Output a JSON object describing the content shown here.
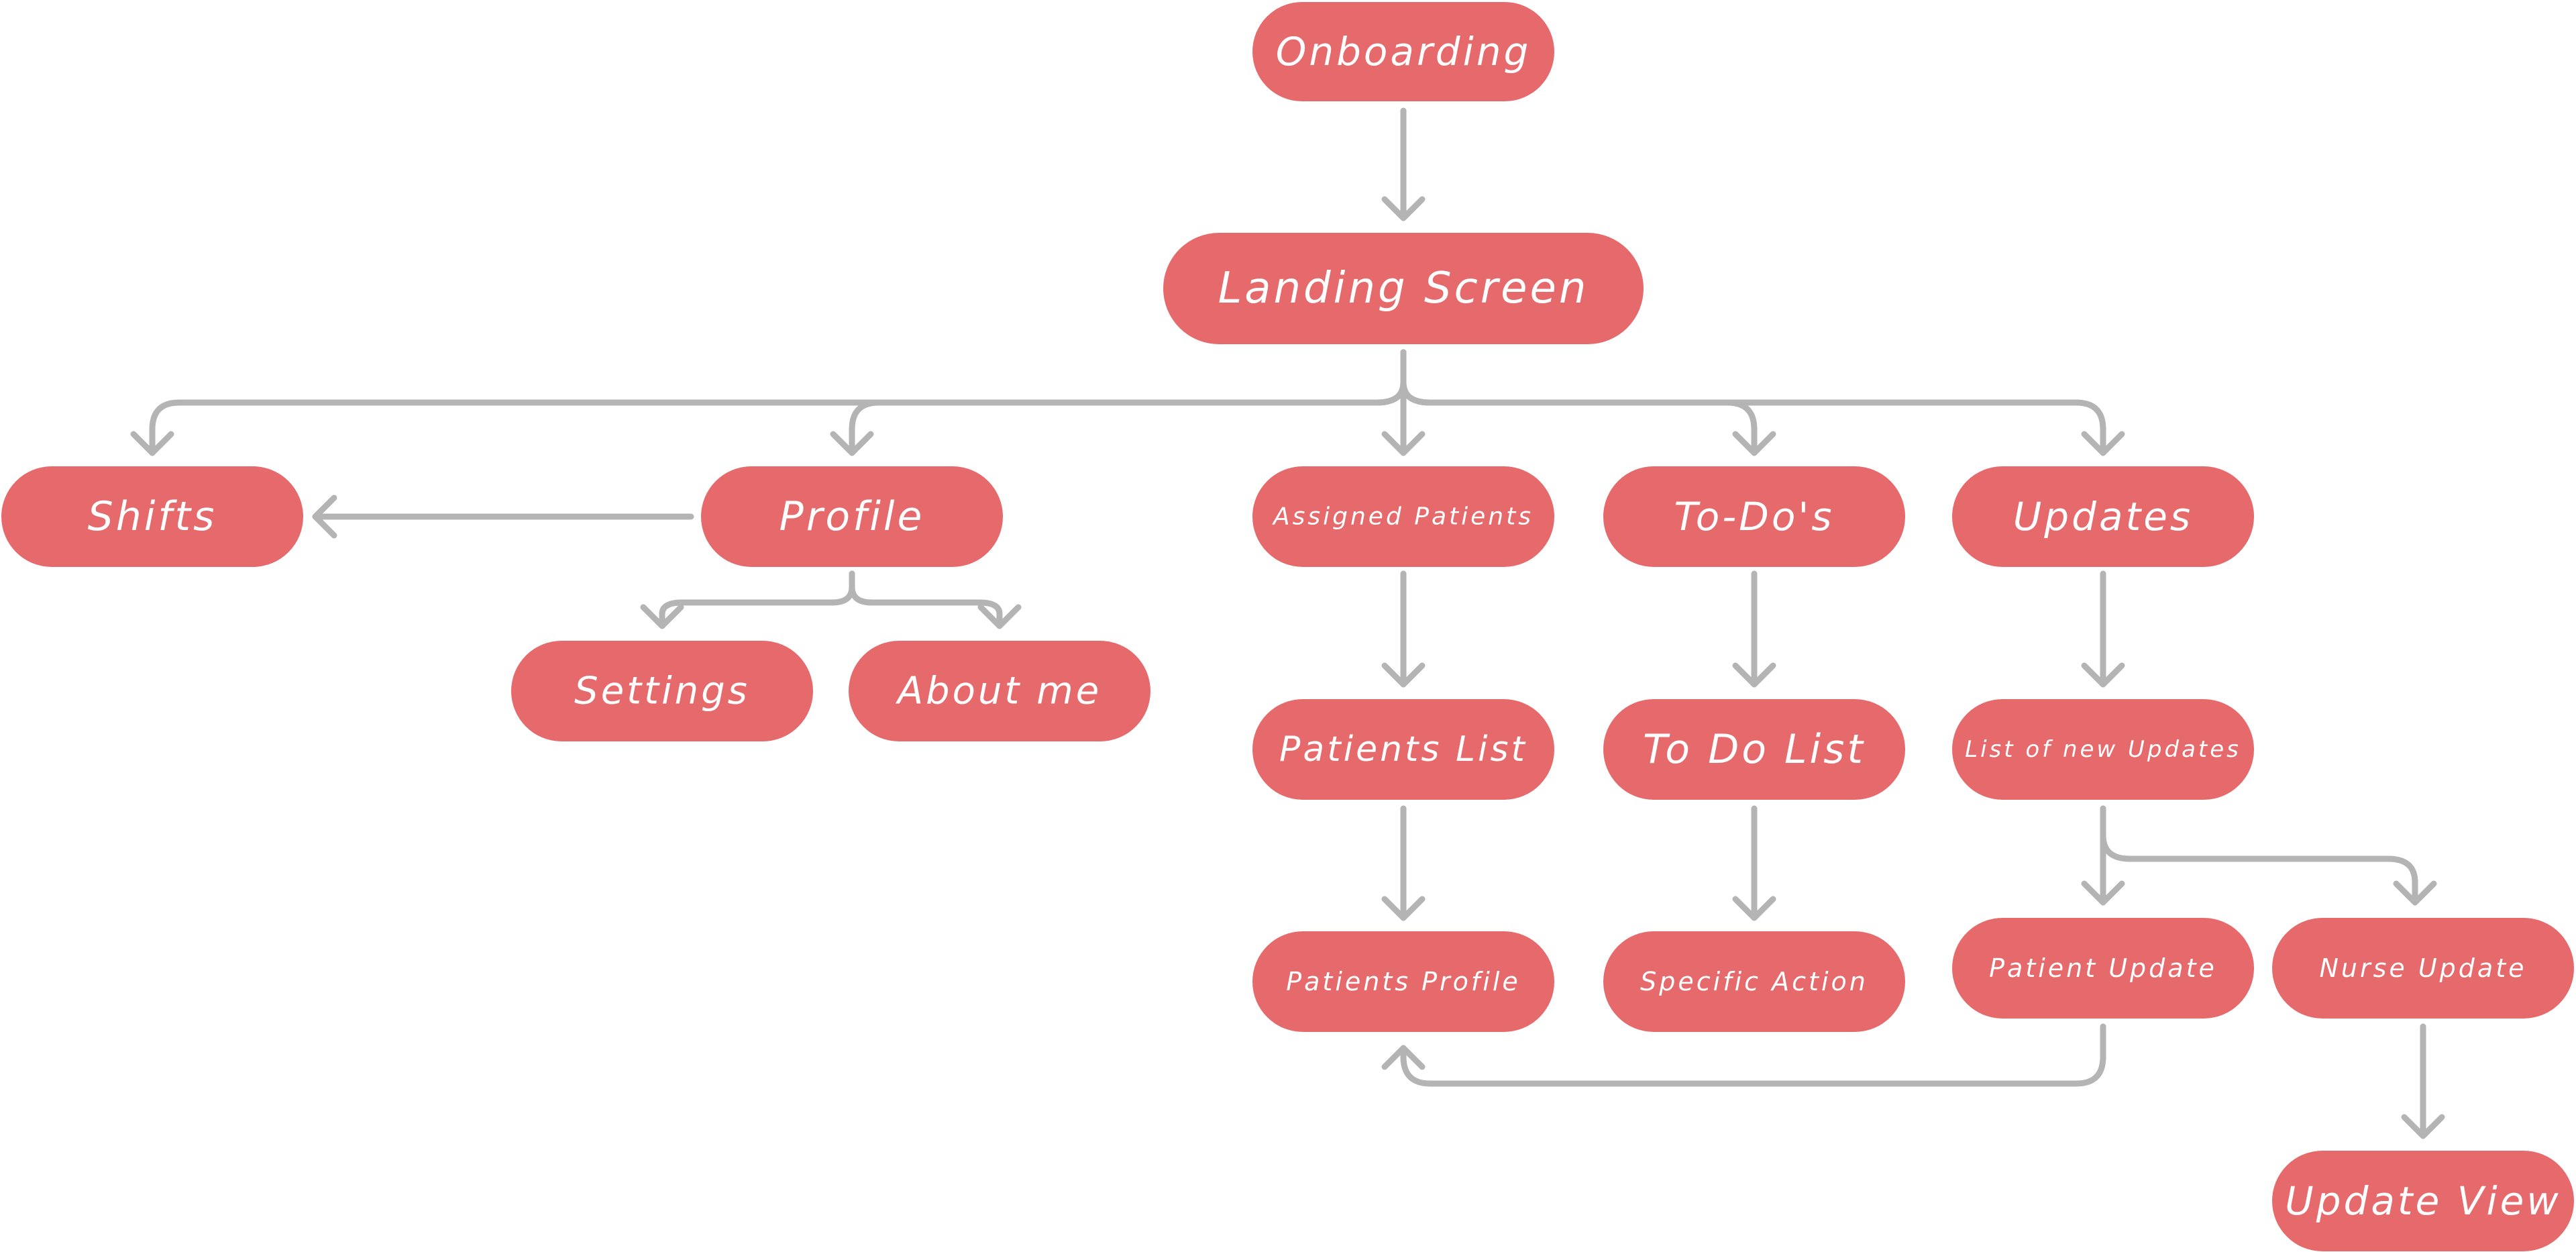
{
  "colors": {
    "node_fill": "#e6696b",
    "node_text": "#ffffff",
    "connector": "#b4b4b4"
  },
  "nodes": [
    {
      "id": "onboarding",
      "label": "Onboarding"
    },
    {
      "id": "landing-screen",
      "label": "Landing Screen"
    },
    {
      "id": "shifts",
      "label": "Shifts"
    },
    {
      "id": "profile",
      "label": "Profile"
    },
    {
      "id": "assigned-patients",
      "label": "Assigned Patients"
    },
    {
      "id": "to-dos",
      "label": "To-Do's"
    },
    {
      "id": "updates",
      "label": "Updates"
    },
    {
      "id": "settings",
      "label": "Settings"
    },
    {
      "id": "about-me",
      "label": "About me"
    },
    {
      "id": "patients-list",
      "label": "Patients List"
    },
    {
      "id": "to-do-list",
      "label": "To Do List"
    },
    {
      "id": "list-of-new-updates",
      "label": "List of new Updates"
    },
    {
      "id": "patients-profile",
      "label": "Patients Profile"
    },
    {
      "id": "specific-action",
      "label": "Specific Action"
    },
    {
      "id": "patient-update",
      "label": "Patient Update"
    },
    {
      "id": "nurse-update",
      "label": "Nurse Update"
    },
    {
      "id": "update-view",
      "label": "Update View"
    }
  ],
  "edges": [
    {
      "from": "onboarding",
      "to": "landing-screen"
    },
    {
      "from": "landing-screen",
      "to": "shifts"
    },
    {
      "from": "landing-screen",
      "to": "profile"
    },
    {
      "from": "landing-screen",
      "to": "assigned-patients"
    },
    {
      "from": "landing-screen",
      "to": "to-dos"
    },
    {
      "from": "landing-screen",
      "to": "updates"
    },
    {
      "from": "profile",
      "to": "shifts"
    },
    {
      "from": "profile",
      "to": "settings"
    },
    {
      "from": "profile",
      "to": "about-me"
    },
    {
      "from": "assigned-patients",
      "to": "patients-list"
    },
    {
      "from": "patients-list",
      "to": "patients-profile"
    },
    {
      "from": "to-dos",
      "to": "to-do-list"
    },
    {
      "from": "to-do-list",
      "to": "specific-action"
    },
    {
      "from": "updates",
      "to": "list-of-new-updates"
    },
    {
      "from": "list-of-new-updates",
      "to": "patient-update"
    },
    {
      "from": "list-of-new-updates",
      "to": "nurse-update"
    },
    {
      "from": "nurse-update",
      "to": "update-view"
    },
    {
      "from": "patient-update",
      "to": "patients-profile"
    }
  ]
}
